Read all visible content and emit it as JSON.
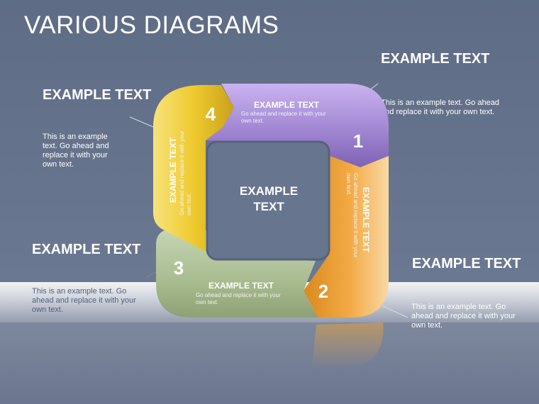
{
  "title": "VARIOUS DIAGRAMS",
  "center": {
    "line1": "EXAMPLE",
    "line2": "TEXT"
  },
  "callouts": [
    {
      "heading": "EXAMPLE TEXT",
      "text": "This is an example text. Go ahead and replace it with your own text."
    },
    {
      "heading": "EXAMPLE TEXT",
      "text": "This is an example text. Go ahead and replace it with your own text."
    },
    {
      "heading": "EXAMPLE TEXT",
      "text": "This is an example text. Go ahead and replace it with your own text."
    },
    {
      "heading": "EXAMPLE TEXT",
      "text": "This is an example text. Go ahead and replace it with your own text."
    }
  ],
  "segments": [
    {
      "number": "1",
      "title": "EXAMPLE TEXT",
      "sub1": "Go ahead and replace it with your",
      "sub2": "own text.",
      "color": "#a98ad6"
    },
    {
      "number": "2",
      "title": "EXAMPLE TEXT",
      "sub1": "Go ahead and replace it with your",
      "sub2": "own text.",
      "color": "#f0a43a"
    },
    {
      "number": "3",
      "title": "EXAMPLE TEXT",
      "sub1": "Go ahead and replace it with your",
      "sub2": "own text.",
      "color": "#b2c49a"
    },
    {
      "number": "4",
      "title": "EXAMPLE TEXT",
      "sub1": "Go ahead and replace it with your",
      "sub2": "own text.",
      "color": "#f0cf35"
    }
  ]
}
